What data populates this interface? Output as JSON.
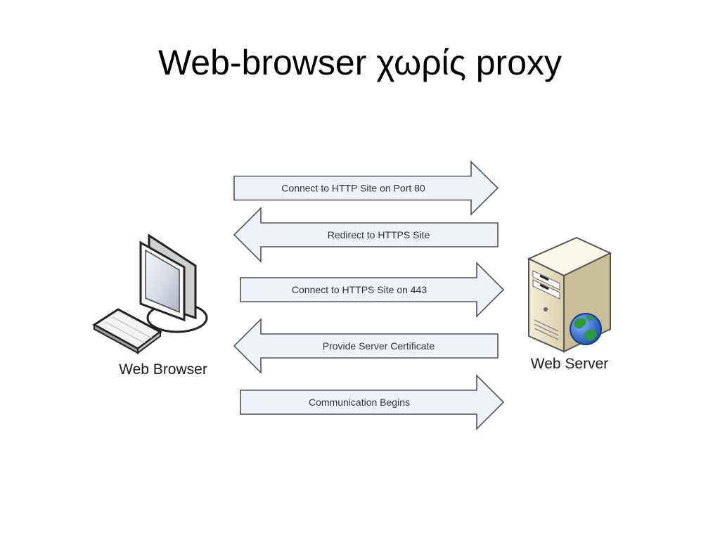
{
  "slide": {
    "title": "Web-browser χωρίς proxy"
  },
  "nodes": {
    "browser_label": "Web Browser",
    "server_label": "Web Server"
  },
  "messages": [
    {
      "label": "Connect to HTTP Site on Port 80",
      "direction": "right"
    },
    {
      "label": "Redirect to HTTPS Site",
      "direction": "left"
    },
    {
      "label": "Connect to HTTPS Site on 443",
      "direction": "right"
    },
    {
      "label": "Provide Server Certificate",
      "direction": "left"
    },
    {
      "label": "Communication Begins",
      "direction": "right"
    }
  ],
  "colors": {
    "arrow_fill": "#eef1f6",
    "arrow_stroke": "#555555",
    "globe_blue": "#2f67c9",
    "globe_green": "#2f9a3c"
  },
  "icons": {
    "browser": "computer-monitor-icon",
    "keyboard": "keyboard-icon",
    "server": "server-tower-icon",
    "globe": "globe-icon"
  }
}
